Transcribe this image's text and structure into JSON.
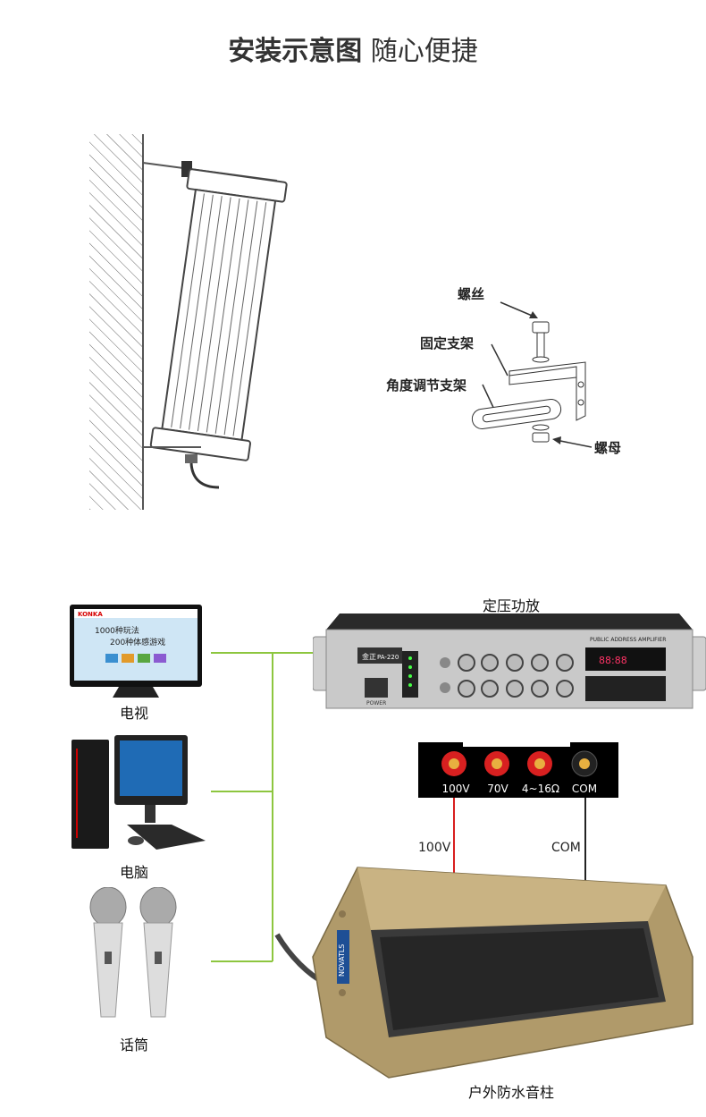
{
  "title": {
    "bold": "安装示意图",
    "normal": "随心便捷"
  },
  "mount_labels": {
    "screw": "螺丝",
    "fixed_bracket": "固定支架",
    "angle_bracket": "角度调节支架",
    "nut": "螺母"
  },
  "amplifier": {
    "caption": "定压功放",
    "brand": "金正",
    "model": "PA-220",
    "top_label": "PUBLIC ADDRESS AMPLIFIER",
    "power": "POWER",
    "display": "88:88"
  },
  "terminals": [
    "100V",
    "70V",
    "4~16Ω",
    "COM"
  ],
  "wires": {
    "left": "100V",
    "right": "COM"
  },
  "sources": [
    {
      "label": "电视",
      "tv_brand": "KONKA",
      "tv_line1": "1000种玩法",
      "tv_line2": "200种体感游戏"
    },
    {
      "label": "电脑"
    },
    {
      "label": "话筒"
    }
  ],
  "speaker": {
    "caption": "户外防水音柱",
    "brand": "NOVATLS"
  },
  "colors": {
    "green_line": "#8dc63f",
    "red_wire": "#d81e1e",
    "gold": "#b09a6a"
  }
}
